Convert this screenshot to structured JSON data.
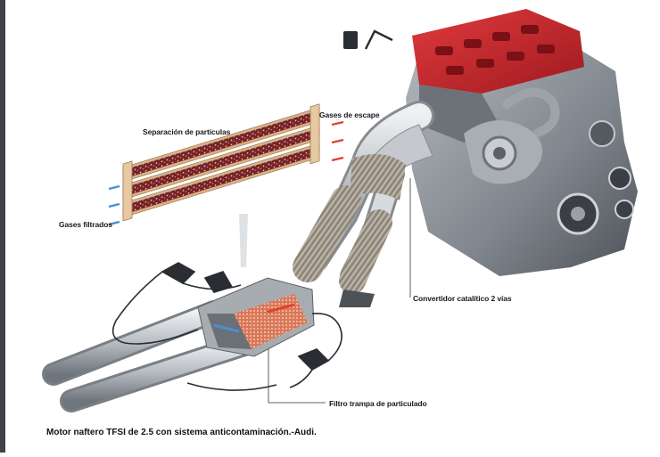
{
  "labels": {
    "particle_separation": "Separación de partículas",
    "exhaust_gases": "Gases de escape",
    "filtered_gases": "Gases filtrados",
    "catalytic_converter": "Convertidor catalítico 2 vías",
    "particle_filter": "Filtro trampa de particulado"
  },
  "caption": "Motor naftero TFSI de 2.5 con sistema anticontaminación.-Audi.",
  "colors": {
    "engine_cover": "#c8262c",
    "engine_block": "#8c9197",
    "filter_body": "#d8b48a",
    "exhaust_flow": "#e2412f",
    "filtered_flow": "#4a8fd6"
  },
  "icons": [
    "engine-icon",
    "particle-filter-cutaway-icon",
    "exhaust-pipe-icon",
    "sensor-icon"
  ]
}
